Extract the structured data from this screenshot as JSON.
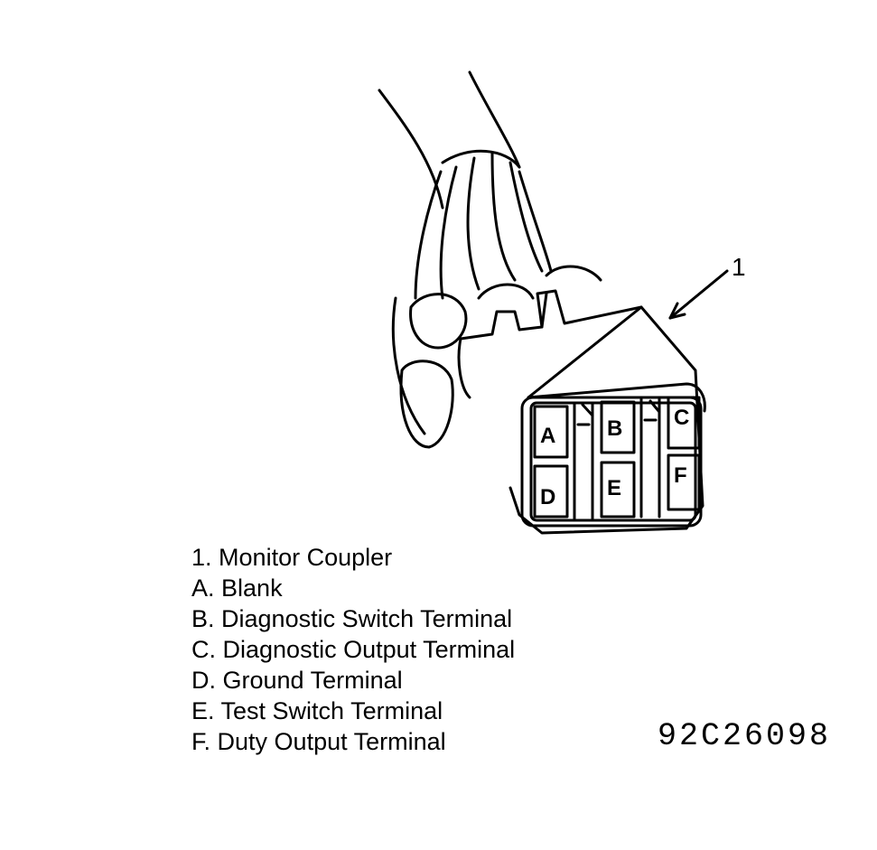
{
  "diagram": {
    "callout_number": "1",
    "terminals": [
      {
        "letter": "A"
      },
      {
        "letter": "B"
      },
      {
        "letter": "C"
      },
      {
        "letter": "D"
      },
      {
        "letter": "E"
      },
      {
        "letter": "F"
      }
    ]
  },
  "legend": [
    {
      "key": "1.",
      "text": "Monitor Coupler"
    },
    {
      "key": "A.",
      "text": "Blank"
    },
    {
      "key": "B.",
      "text": "Diagnostic Switch Terminal"
    },
    {
      "key": "C.",
      "text": "Diagnostic Output Terminal"
    },
    {
      "key": "D.",
      "text": "Ground Terminal"
    },
    {
      "key": "E.",
      "text": "Test Switch Terminal"
    },
    {
      "key": "F.",
      "text": "Duty Output Terminal"
    }
  ],
  "figure_code": "92C26098"
}
